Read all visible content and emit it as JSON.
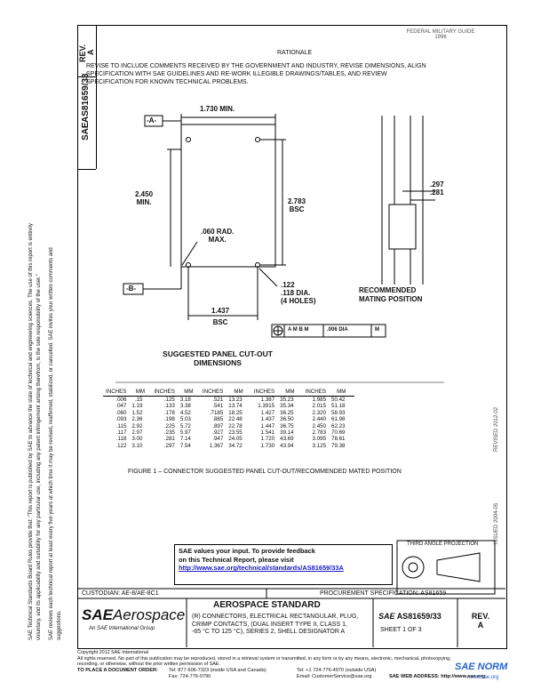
{
  "header": {
    "stamp_lines": [
      "FEDERAL MILITARY GUIDE",
      "1996"
    ],
    "rationale_label": "RATIONALE",
    "rationale_text": [
      "REVISE TO INCLUDE COMMENTS RECEIVED BY THE GOVERNMENT AND INDUSTRY, REVISE DIMENSIONS, ALIGN",
      "SPECIFICATION WITH SAE GUIDELINES AND RE-WORK ILLEGIBLE DRAWINGS/TABLES, AND REVIEW",
      "SPECIFICATION FOR KNOWN TECHNICAL PROBLEMS."
    ]
  },
  "left_margin": {
    "rev_label": "REV.",
    "rev_value": "A",
    "doc_number": "AS81659/33",
    "sae_mark": "SAE",
    "disclaimer_1": "SAE Technical Standards Board Rules provide that: \"This report is published by SAE to advance the state of technical and engineering sciences. The use of this report is entirely",
    "disclaimer_2": "voluntary, and its applicability and suitability for any particular use, including any patent infringement arising therefrom, is the sole responsibility of the user.\"",
    "disclaimer_3": "SAE reviews each technical report at least every five years at which time it may be revised, reaffirmed, stabilized, or cancelled. SAE invites your written comments and",
    "disclaimer_4": "suggestions."
  },
  "drawing": {
    "datum_a": "-A-",
    "datum_b": "-B-",
    "dim_width_top": "1.730 MIN.",
    "dim_left_1": "2.450",
    "dim_left_2": "MIN.",
    "dim_center_1": "2.783",
    "dim_center_2": "BSC",
    "radius_1": ".060 RAD.",
    "radius_2": "MAX.",
    "hole_1": ".122",
    "hole_2": ".118",
    "hole_dia": "DIA.",
    "hole_count": "(4 HOLES)",
    "dim_bottom_1": "1.437",
    "dim_bottom_2": "BSC",
    "tolerance_text": ".006 DIA",
    "tolerance_a": "A",
    "tolerance_b": "B",
    "tolerance_m": "M",
    "panel_1": ".297",
    "panel_2": ".281",
    "mating_1": "RECOMMENDED",
    "mating_2": "MATING POSITION",
    "caption_1": "SUGGESTED PANEL CUT-OUT",
    "caption_2": "DIMENSIONS"
  },
  "conversion_table": {
    "headers": [
      "INCHES",
      "MM",
      "INCHES",
      "MM",
      "INCHES",
      "MM",
      "INCHES",
      "MM",
      "INCHES",
      "MM"
    ],
    "rows": [
      [
        ".006",
        ".15",
        ".125",
        "3.18",
        ".521",
        "13.23",
        "1.387",
        "35.23",
        "1.985",
        "50.42"
      ],
      [
        ".047",
        "1.19",
        ".133",
        "3.38",
        ".541",
        "13.74",
        "1.3915",
        "35.34",
        "2.015",
        "51.18"
      ],
      [
        ".060",
        "1.52",
        ".178",
        "4.52",
        ".7185",
        "18.25",
        "1.427",
        "36.25",
        "2.320",
        "58.93"
      ],
      [
        ".093",
        "2.36",
        ".198",
        "5.03",
        ".885",
        "22.48",
        "1.437",
        "36.50",
        "2.440",
        "61.98"
      ],
      [
        ".115",
        "2.92",
        ".225",
        "5.72",
        ".897",
        "22.78",
        "1.447",
        "36.75",
        "2.450",
        "62.23"
      ],
      [
        ".117",
        "2.97",
        ".235",
        "5.97",
        ".927",
        "23.55",
        "1.541",
        "39.14",
        "2.783",
        "70.69"
      ],
      [
        ".118",
        "3.00",
        ".281",
        "7.14",
        ".947",
        "24.05",
        "1.720",
        "43.69",
        "3.095",
        "78.61"
      ],
      [
        ".122",
        "3.10",
        ".297",
        "7.54",
        "1.367",
        "34.72",
        "1.730",
        "43.94",
        "3.125",
        "79.38"
      ]
    ]
  },
  "figure_caption": "FIGURE 1 – CONNECTOR SUGGESTED PANEL CUT-OUT/RECOMMENDED MATED POSITION",
  "right_margin": {
    "revised": "REVISED 2012-02",
    "issued": "ISSUED 2004-05"
  },
  "projection_label": "THIRD ANGLE PROJECTION",
  "feedback": {
    "line_1": "SAE values your input. To provide feedback",
    "line_2": "on this Technical Report, please visit",
    "url": "http://www.sae.org/technical/standards/AS81659/33A"
  },
  "title_block": {
    "custodian": "CUSTODIAN: AE-8/AE-8C1",
    "procurement": "PROCUREMENT SPECIFICATION: AS81659",
    "logo_sae": "SAE",
    "logo_aerospace": "Aerospace",
    "logo_tagline": "An SAE International Group",
    "standard_title": "AEROSPACE STANDARD",
    "description_1": "(R) CONNECTORS, ELECTRICAL RECTANGULAR, PLUG,",
    "description_2": "CRIMP CONTACTS, (DUAL INSERT TYPE II, CLASS 1,",
    "description_3": "-65 °C TO 125 °C), SERIES 2, SHELL DESIGNATOR A",
    "doc_sae": "SAE",
    "doc_number": "AS81659/33",
    "sheet": "SHEET 1 OF 3",
    "rev_label": "REV.",
    "rev_value": "A"
  },
  "footer": {
    "copyright": "Copyright 2012 SAE International",
    "rights_1": "All rights reserved. No part of this publication may be reproduced, stored in a retrieval system or transmitted, in any form or by any means, electronic, mechanical, photocopying,",
    "rights_2": "recording, or otherwise, without the prior written permission of SAE.",
    "order_label": "TO PLACE A DOCUMENT ORDER:",
    "tel_1": "Tel: 877-606-7323 (inside USA and Canada)",
    "fax": "Fax: 724-776-0790",
    "tel_2": "Tel: +1 724-776-4970 (outside USA)",
    "email": "Email: CustomerService@sae.org",
    "web": "SAE WEB ADDRESS: http://www.sae.org"
  },
  "watermark": {
    "text": "SAE NORM",
    "sub": "norm.sae.org"
  }
}
